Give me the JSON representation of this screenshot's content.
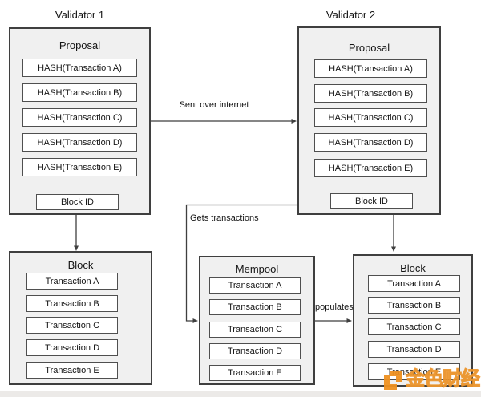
{
  "diagram": {
    "validator1": {
      "title": "Validator 1",
      "panel_title": "Proposal",
      "items": [
        "HASH(Transaction A)",
        "HASH(Transaction B)",
        "HASH(Transaction C)",
        "HASH(Transaction D)",
        "HASH(Transaction E)"
      ],
      "footer": "Block ID"
    },
    "validator2": {
      "title": "Validator 2",
      "panel_title": "Proposal",
      "items": [
        "HASH(Transaction A)",
        "HASH(Transaction B)",
        "HASH(Transaction C)",
        "HASH(Transaction D)",
        "HASH(Transaction E)"
      ],
      "footer": "Block ID"
    },
    "block_left": {
      "title": "Block",
      "items": [
        "Transaction A",
        "Transaction B",
        "Transaction C",
        "Transaction D",
        "Transaction E"
      ]
    },
    "mempool": {
      "title": "Mempool",
      "items": [
        "Transaction A",
        "Transaction B",
        "Transaction C",
        "Transaction D",
        "Transaction E"
      ]
    },
    "block_right": {
      "title": "Block",
      "items": [
        "Transaction A",
        "Transaction B",
        "Transaction C",
        "Transaction D",
        "Transaction E"
      ]
    },
    "connector_labels": {
      "sent_over_internet": "Sent over internet",
      "gets_transactions": "Gets transactions",
      "populates": "populates"
    },
    "watermark": {
      "text": "金色财经",
      "logo_color": "#ee9020"
    },
    "colors": {
      "panel_fill": "#f0f0f0",
      "panel_border": "#3f3f3f",
      "node_border": "#4f4f4f",
      "line": "#3f3f3f",
      "background": "#ffffff"
    }
  }
}
